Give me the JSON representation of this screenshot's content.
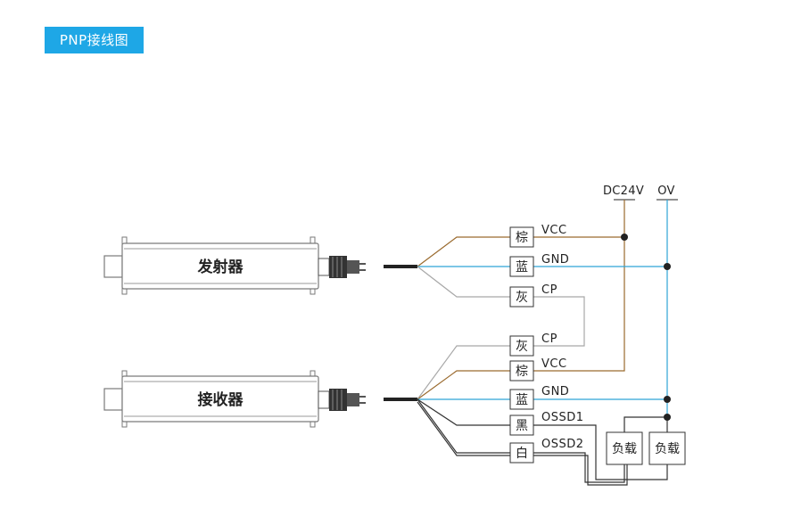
{
  "title": "PNP接线图",
  "rails": {
    "vcc": "DC24V",
    "gnd": "OV"
  },
  "emitter": {
    "label": "发射器",
    "wires": [
      {
        "color": "棕",
        "signal": "VCC"
      },
      {
        "color": "蓝",
        "signal": "GND"
      },
      {
        "color": "灰",
        "signal": "CP"
      }
    ]
  },
  "receiver": {
    "label": "接收器",
    "wires": [
      {
        "color": "灰",
        "signal": "CP"
      },
      {
        "color": "棕",
        "signal": "VCC"
      },
      {
        "color": "蓝",
        "signal": "GND"
      },
      {
        "color": "黑",
        "signal": "OSSD1"
      },
      {
        "color": "白",
        "signal": "OSSD2"
      }
    ]
  },
  "loads": [
    "负载",
    "负载"
  ],
  "wire_colors": {
    "brown": "#9a6a2e",
    "blue": "#2ea3d6",
    "grey": "#a8a8a8",
    "black": "#333333",
    "badge": "#1ea7e6"
  }
}
